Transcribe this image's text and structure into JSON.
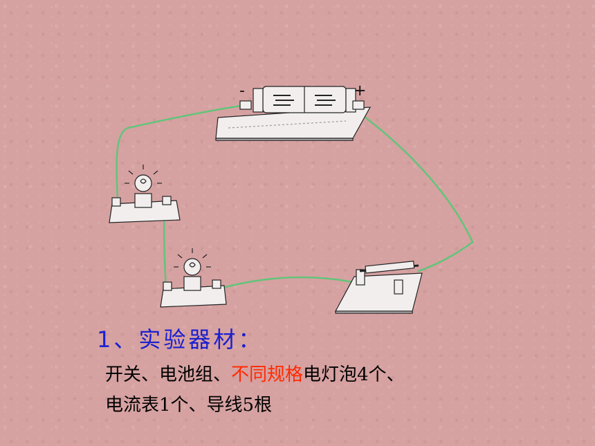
{
  "diagram": {
    "battery_minus": "-",
    "battery_plus": "+"
  },
  "heading": {
    "number": "1",
    "separator": "、",
    "title": "实验器材",
    "colon": "："
  },
  "materials": {
    "line1_part1": "开关、电池组、",
    "line1_highlight": "不同规格",
    "line1_part2": "电灯泡4个、",
    "line2": "电流表1个、导线5根"
  },
  "colors": {
    "wire": "#62c47a",
    "heading": "#1a1fd0",
    "highlight": "#ff2a00",
    "background": "#d6a1a1"
  }
}
